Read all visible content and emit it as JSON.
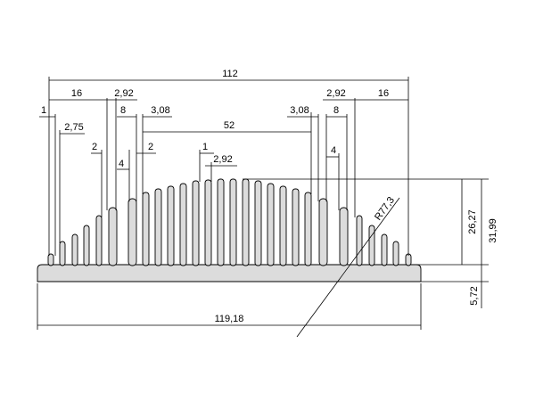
{
  "dimensions": {
    "overall_top": "112",
    "left_16": "16",
    "left_2_92": "2,92",
    "left_1": "1",
    "left_8": "8",
    "left_3_08": "3,08",
    "left_2_75": "2,75",
    "left_2": "2",
    "left_4": "4",
    "center_52": "52",
    "right_3_08": "3,08",
    "right_8": "8",
    "right_2_92": "2,92",
    "right_16": "16",
    "center_1": "1",
    "center_2_92": "2,92",
    "right_4": "4",
    "radius": "R77,3",
    "height_26_27": "26,27",
    "height_31_99": "31,99",
    "height_5_72": "5,72",
    "bottom_width": "119,18"
  },
  "colors": {
    "profile_fill": "#dcdcdc",
    "line": "#000000"
  }
}
